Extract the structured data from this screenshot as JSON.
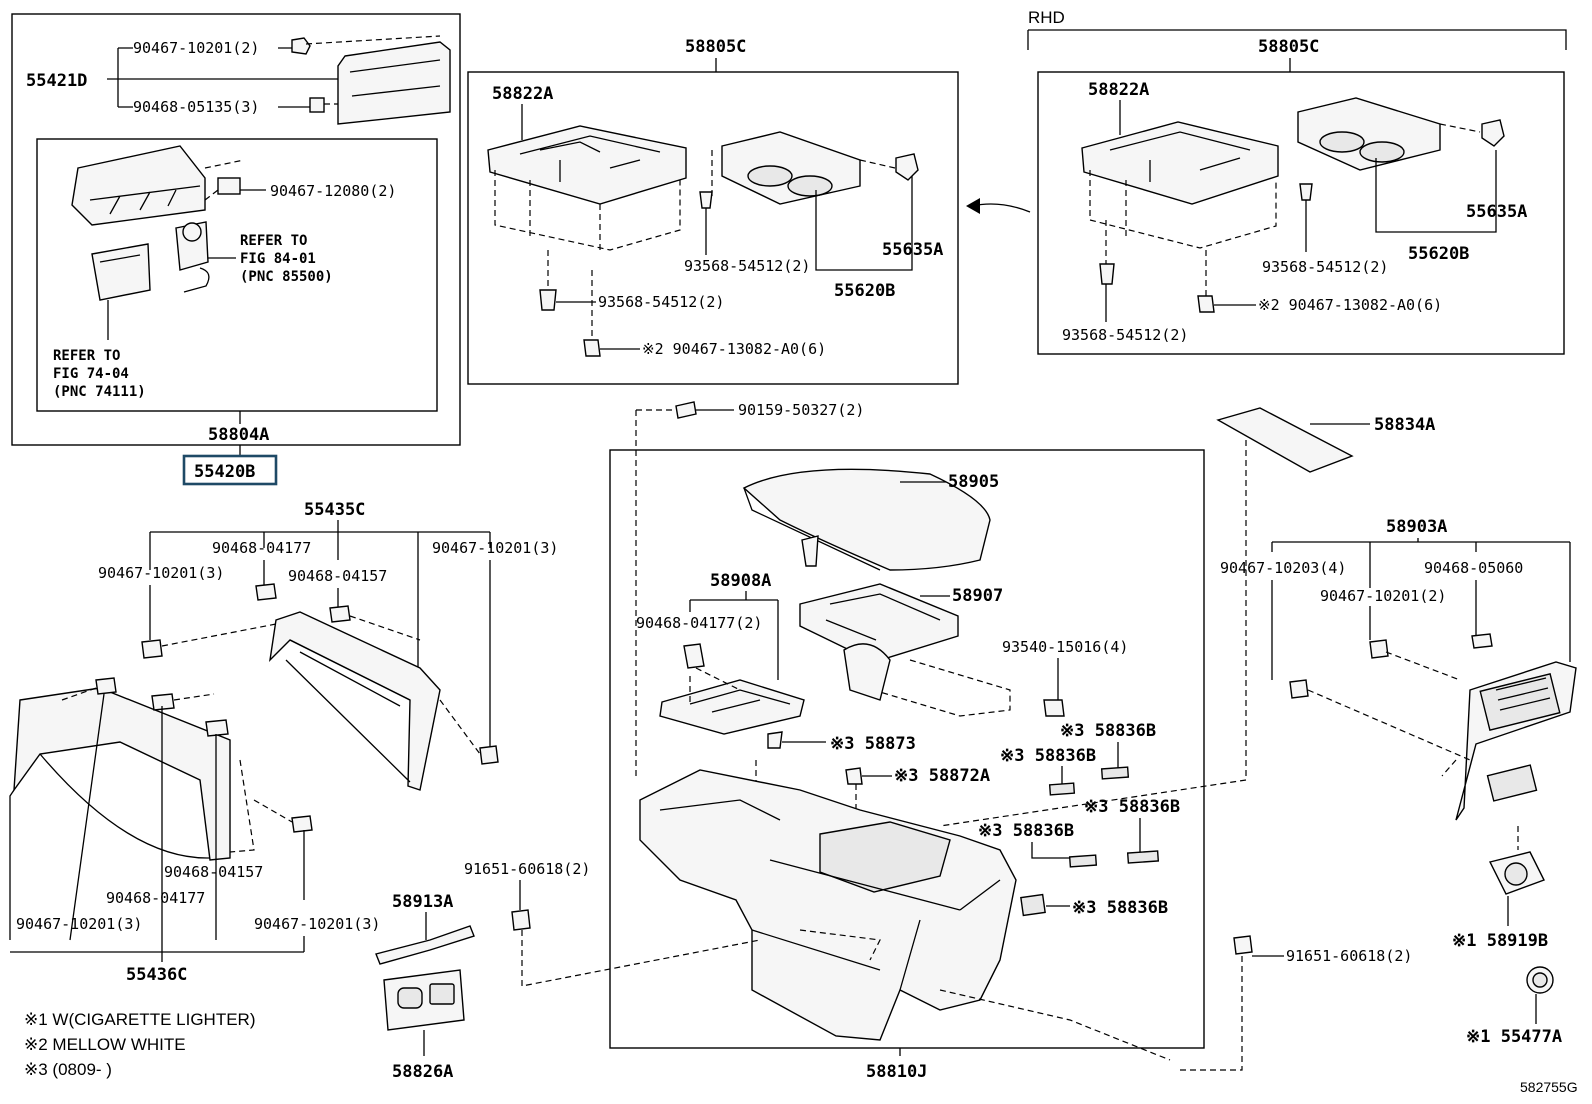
{
  "boxes": {
    "left_group": {
      "code": "58804A",
      "highlight_code": "55420B",
      "sub_code": "55421D",
      "pn_a": "90467-10201(2)",
      "pn_b": "90468-05135(3)",
      "pn_c": "90467-12080(2)",
      "ref1": [
        "REFER TO",
        "FIG 84-01",
        "(PNC 85500)"
      ],
      "ref2": [
        "REFER TO",
        "FIG 74-04",
        "(PNC 74111)"
      ]
    },
    "center_group": {
      "code": "58805C",
      "panel": "58822A",
      "screw_a": "93568-54512(2)",
      "screw_b": "93568-54512(2)",
      "clip": "※2 90467-13082-A0(6)",
      "holder": "55620B",
      "hook": "55635A"
    },
    "rhd_group": {
      "tag": "RHD",
      "code": "58805C",
      "panel": "58822A",
      "screw_a": "93568-54512(2)",
      "screw_b": "93568-54512(2)",
      "clip": "※2 90467-13082-A0(6)",
      "holder": "55620B",
      "hook": "55635A"
    }
  },
  "left_lower": {
    "panel_code": "55435C",
    "pn_1": "90468-04177",
    "pn_2": "90467-10201(3)",
    "pn_3": "90468-04157",
    "pn_4": "90467-10201(3)",
    "side_code": "55436C",
    "pn_5": "90468-04157",
    "pn_6": "90468-04177",
    "pn_7": "90467-10201(3)",
    "pn_8": "90467-10201(3)"
  },
  "small_parts": {
    "cover_code": "58913A",
    "lighter_code": "58826A"
  },
  "console": {
    "box_code": "58810J",
    "bolt_top": "90159-50327(2)",
    "lid": "58905",
    "hinge": "58907",
    "tray": "58908A",
    "tray_pn": "90468-04177(2)",
    "screw": "93540-15016(4)",
    "pad_1": "※3 58836B",
    "pad_2": "※3 58836B",
    "pad_3": "※3 58836B",
    "pad_4": "※3 58836B",
    "pad_5": "※3 58836B",
    "clip_1": "※3 58873",
    "clip_2": "※3 58872A",
    "bolt_left": "91651-60618(2)"
  },
  "right_side": {
    "mat": "58834A",
    "rear_panel": "58903A",
    "pn_1": "90467-10203(4)",
    "pn_2": "90468-05060",
    "pn_3": "90467-10201(2)",
    "bolt": "91651-60618(2)",
    "socket": "※1 58919B",
    "cap": "※1 55477A"
  },
  "notes": [
    "※1 W(CIGARETTE LIGHTER)",
    "※2 MELLOW WHITE",
    "※3 (0809-    )"
  ],
  "figure_id": "582755G"
}
